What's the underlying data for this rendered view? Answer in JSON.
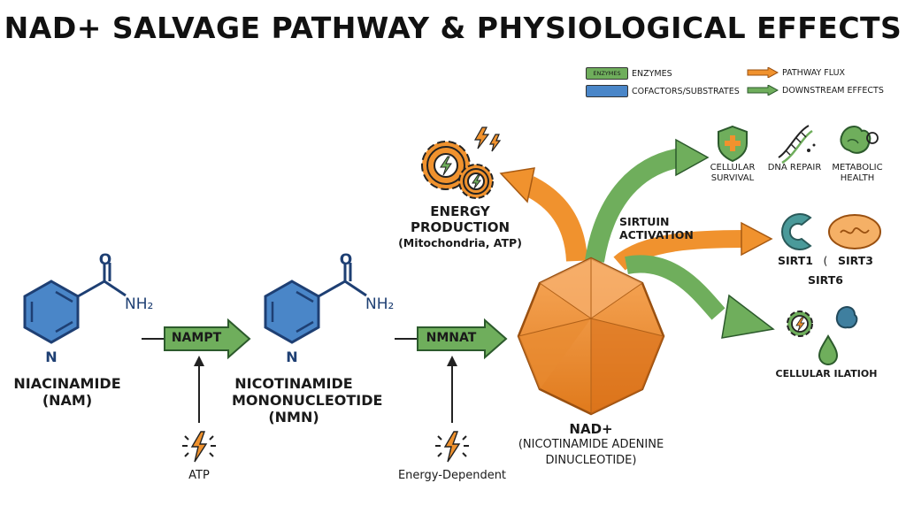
{
  "title": "NAD+ SALVAGE PATHWAY & PHYSIOLOGICAL EFFECTS",
  "legend": {
    "enzymes_swatch": "ENZYMES",
    "enzymes": "ENZYMES",
    "cofactors": "COFACTORS/SUBSTRATES",
    "pathway_flux": "PATHWAY FLUX",
    "downstream": "DOWNSTREAM EFFECTS"
  },
  "colors": {
    "enzyme": "#6fae5c",
    "cofactor": "#4a86c8",
    "flux": "#f0922e",
    "nad": "#f0922e"
  },
  "molecules": {
    "nam": {
      "line1": "NIACINAMIDE",
      "line2": "(NAM)",
      "n_atom": "N",
      "o_atom": "O",
      "nh2": "NH₂"
    },
    "nmn": {
      "line1": "NICOTINAMIDE",
      "line2": "MONONUCLEOTIDE",
      "line3": "(NMN)",
      "n_atom": "N",
      "o_atom": "O",
      "nh2": "NH₂"
    },
    "nad": {
      "line1": "NAD+",
      "line2": "(NICOTINAMIDE ADENINE",
      "line3": "DINUCLEOTIDE)"
    }
  },
  "enzymes": {
    "nampt": "NAMPT",
    "nmnat": "NMNAT"
  },
  "cofactors": {
    "atp": "ATP",
    "energy_dependent": "Energy-Dependent"
  },
  "energy": {
    "line1": "ENERGY",
    "line2": "PRODUCTION",
    "line3": "(Mitochondria, ATP)"
  },
  "effects": {
    "survival": {
      "line1": "CELLULAR",
      "line2": "SURVIVAL",
      "icon": "shield-cross-icon"
    },
    "dna_repair": {
      "line1": "DNA REPAIR",
      "icon": "dna-icon"
    },
    "metabolic": {
      "line1": "METABOLIC",
      "line2": "HEALTH",
      "icon": "organ-icon"
    },
    "sirtuin": "SIRTUIN ACTIVATION",
    "sirt1": "SIRT1",
    "sirt3": "SIRT3",
    "sirt6": "SIRT6",
    "sirt_sep": "(",
    "cellular": "CELLULAR ILATIOH"
  }
}
